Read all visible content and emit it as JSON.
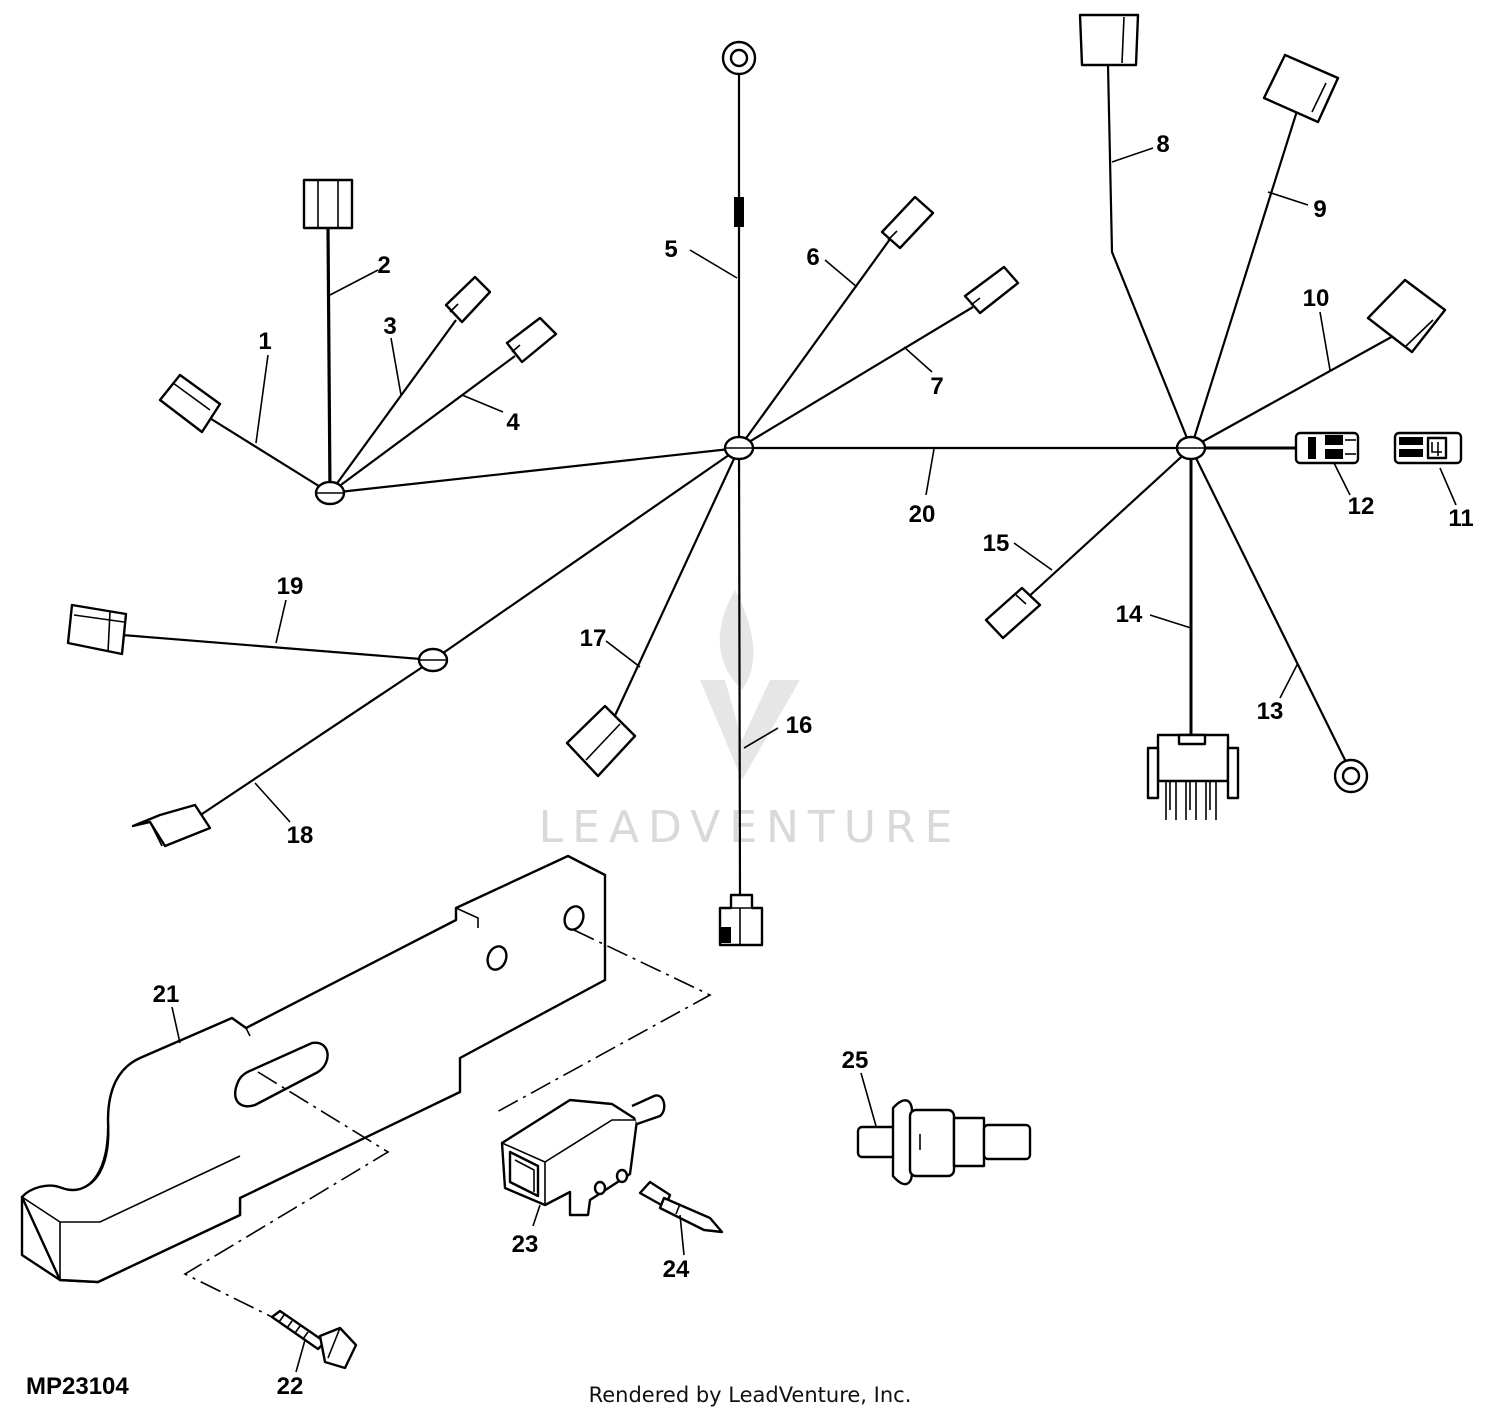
{
  "figure_id": "MP23104",
  "credit": "Rendered by LeadVenture, Inc.",
  "watermark": "LEADVENTURE",
  "callouts": [
    "1",
    "2",
    "3",
    "4",
    "5",
    "6",
    "7",
    "8",
    "9",
    "10",
    "11",
    "12",
    "13",
    "14",
    "15",
    "16",
    "17",
    "18",
    "19",
    "20",
    "21",
    "22",
    "23",
    "24",
    "25"
  ]
}
